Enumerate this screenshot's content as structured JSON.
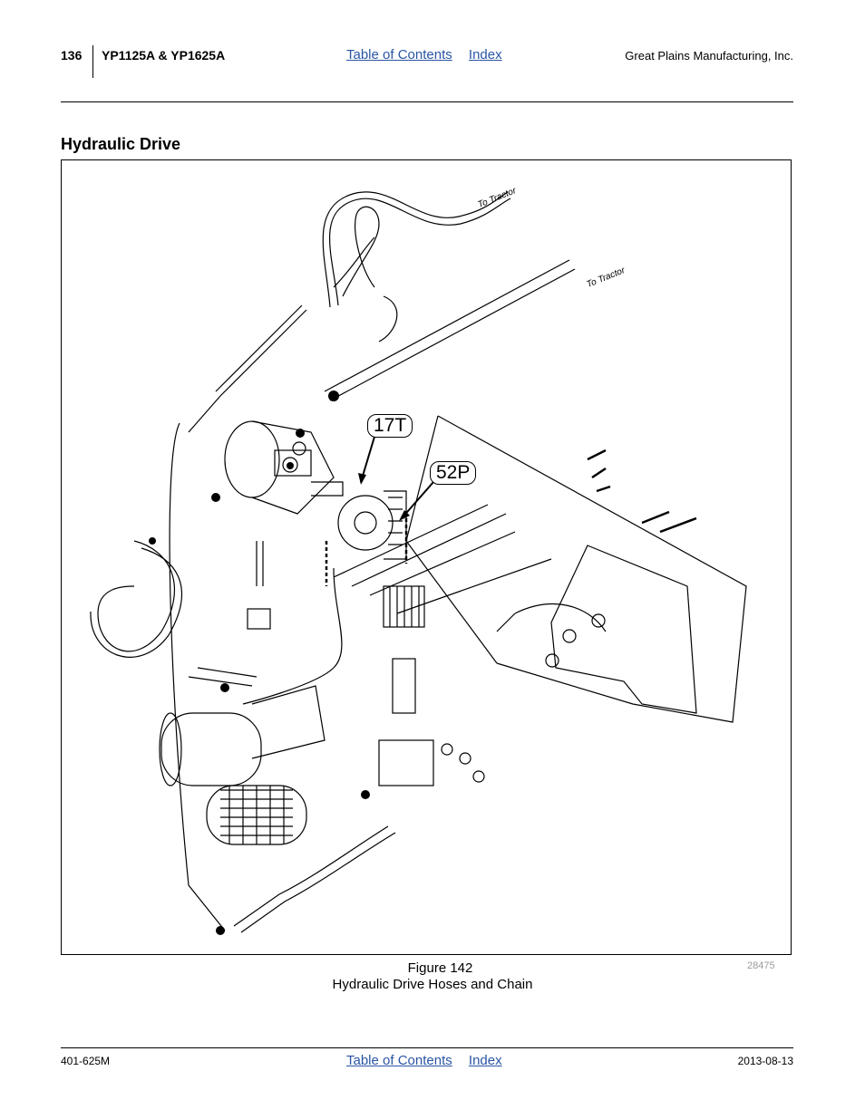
{
  "header": {
    "page_number": "136",
    "model": "YP1125A & YP1625A",
    "toc_link": "Table of Contents",
    "index_link": "Index",
    "company": "Great Plains Manufacturing, Inc."
  },
  "section": {
    "title": "Hydraulic Drive"
  },
  "figure": {
    "callouts": {
      "sprocket": "17T",
      "chain": "52P"
    },
    "hose_labels": {
      "upper": "To Tractor",
      "lower": "To Tractor"
    },
    "caption_number": "Figure 142",
    "caption_text": "Hydraulic Drive Hoses and Chain",
    "drawing_id": "28475"
  },
  "footer": {
    "doc_number": "401-625M",
    "toc_link": "Table of Contents",
    "index_link": "Index",
    "date": "2013-08-13"
  }
}
